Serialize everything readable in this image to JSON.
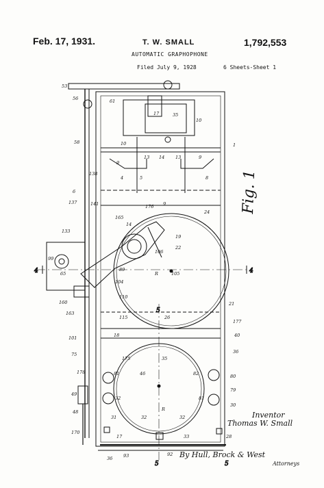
{
  "header": {
    "date": "Feb. 17, 1931.",
    "inventor": "T. W. SMALL",
    "patent_number": "1,792,553",
    "title": "AUTOMATIC GRAPHOPHONE",
    "filed": "Filed July 9, 1928",
    "sheet": "6 Sheets-Sheet 1"
  },
  "figure": {
    "label": "Fig. 1"
  },
  "signatures": {
    "inventor_label": "Inventor",
    "inventor_name": "Thomas W. Small",
    "attorneys_name": "By Hull, Brock & West",
    "attorneys_label": "Attorneys"
  },
  "section_marks": [
    "4",
    "4",
    "5",
    "5",
    "5"
  ]
}
